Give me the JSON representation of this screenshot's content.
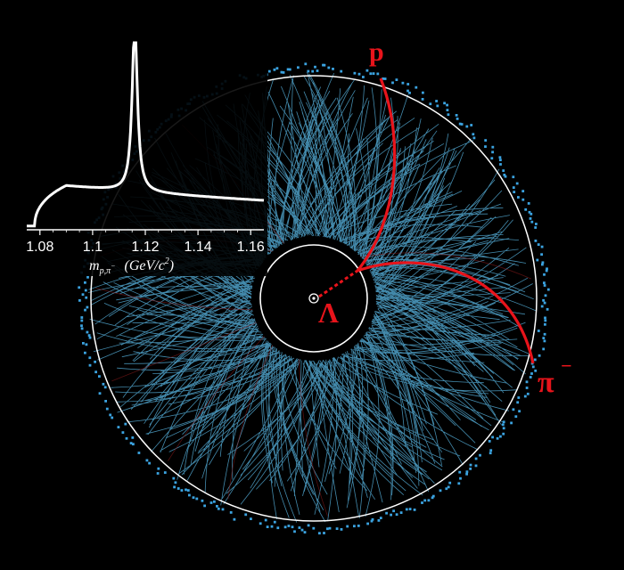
{
  "colors": {
    "background": "#000000",
    "track": "#5ab8e6",
    "hit": "#3ba3e0",
    "highlight": "#e8141b",
    "ring": "#ffffff",
    "histogram": "#ffffff"
  },
  "labels": {
    "proton": "p",
    "pion": "π",
    "pion_charge": "−",
    "lambda": "Λ"
  },
  "inset_histogram": {
    "x_ticks": [
      "1.08",
      "1.1",
      "1.12",
      "1.14",
      "1.16"
    ],
    "x_axis_title": "m",
    "x_axis_subscript": "p,π",
    "x_axis_subscript_sup": "−",
    "x_axis_units": "(GeV/c",
    "x_axis_units_power": "2",
    "x_axis_units_close": ")",
    "xlim": [
      1.075,
      1.165
    ],
    "peak_position": 1.116,
    "peak_width": 0.0012
  }
}
